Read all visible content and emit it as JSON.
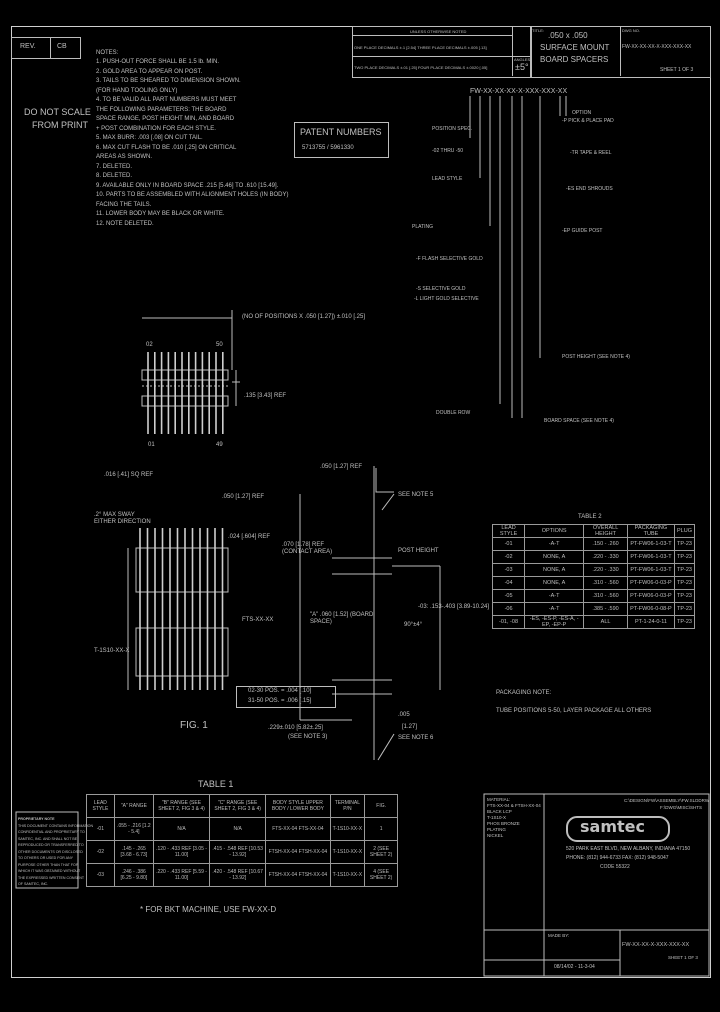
{
  "rev_block": {
    "rev_label": "REV.",
    "rev_value": "CB"
  },
  "do_not_scale": [
    "DO NOT SCALE",
    "FROM PRINT"
  ],
  "notes": {
    "heading": "NOTES:",
    "items": [
      "1. PUSH-OUT FORCE SHALL BE 1.5 lb. MIN.",
      "2. GOLD AREA TO APPEAR ON POST.",
      "3. TAILS TO BE SHEARED TO DIMENSION SHOWN.",
      "   (FOR HAND TOOLING ONLY)",
      "4. TO BE VALID ALL PART NUMBERS MUST MEET",
      "   THE FOLLOWING PARAMETERS: THE BOARD",
      "   SPACE RANGE, POST HEIGHT MIN, AND BOARD",
      "   + POST COMBINATION FOR EACH STYLE.",
      "5. MAX BURR: .003 [.08] ON CUT TAIL.",
      "6. MAX CUT FLASH TO BE .010 [.25] ON CRITICAL",
      "   AREAS AS SHOWN.",
      "7. DELETED.",
      "8. DELETED.",
      "9. AVAILABLE ONLY IN BOARD SPACE .215 [5.46] TO .610 [15.49].",
      "10. PARTS TO BE ASSEMBLED WITH ALIGNMENT HOLES (IN BODY)",
      "    FACING THE TAILS.",
      "11. LOWER BODY MAY BE BLACK OR WHITE.",
      "12. NOTE DELETED."
    ]
  },
  "patent": {
    "title": "PATENT NUMBERS",
    "numbers": "5713755 / 5961330"
  },
  "tolerances": {
    "header": "UNLESS OTHERWISE NOTED",
    "row1": "ONE PLACE DECIMALS ±.1 [2.54]  THREE PLACE DECIMALS ±.005 [.13]",
    "row2": "TWO PLACE DECIMALS ±.01 [.25]  FOUR PLACE DECIMALS ±.0020 [.05]",
    "angles_label": "ANGLES",
    "angles_value": "±5°"
  },
  "title_block": {
    "title_label": "TITLE:",
    "title_lines": [
      ".050 x .050",
      "SURFACE MOUNT",
      "BOARD SPACERS"
    ],
    "dwg_label": "DWG NO.",
    "dwg_no": "FW-XX-XX-XX-X-XXX-XXX-XX",
    "sheet": "SHEET 1 OF 3"
  },
  "part_code": "FW-XX-XX-XX-X-XXX-XXX-XX",
  "callouts": [
    "POSITION SPEC.",
    "-02 THRU -50",
    "LEAD STYLE",
    "PLATING",
    "-F FLASH SELECTIVE GOLD",
    "-L LIGHT GOLD SELECTIVE",
    "-S SELECTIVE GOLD",
    "POST HEIGHT (SEE NOTE 4)",
    "BOARD SPACE (SEE NOTE 4)",
    "DOUBLE ROW",
    "OPTION",
    "-P PICK & PLACE PAD",
    "-TR TAPE & REEL",
    "-ES END SHROUDS",
    "-EP GUIDE POST"
  ],
  "dims": {
    "positions": "(NO OF POSITIONS X .050 [1.27]) ±.010 [.25]",
    "pos_02": "02",
    "pos_50": "50",
    "pos_01": "01",
    "pos_49": "49",
    "d135": ".135 [3.43] REF",
    "d016": ".016 [.41] SQ REF",
    "sway": ".2° MAX SWAY EITHER DIRECTION",
    "d050a": ".050 [1.27] REF",
    "d050b": ".050 [1.27] REF",
    "d024": ".024 [.604] REF",
    "see_note_5": "SEE NOTE 5",
    "post_height": "POST HEIGHT",
    "contact_area": ".070 [1.78] REF (CONTACT AREA)",
    "board_space": "\"A\" .060 [1.52] (BOARD SPACE)",
    "range": "-03: .153-.403 [3.89-10.24]",
    "angle": "90°±4°",
    "d229": ".229±.010 [5.82±.25]",
    "see_note_3": "(SEE NOTE 3)",
    "see_note_6": "SEE NOTE 6",
    "d005": ".005",
    "d127": "[1.27]",
    "fts": "FTS-XX-XX",
    "tssh": "T-1S10-XX-X",
    "coplanarity_a": "02-30 POS. = .004 [.10]",
    "coplanarity_b": "31-50 POS. = .006 [.15]",
    "fig": "FIG. 1"
  },
  "table2": {
    "title": "TABLE 2",
    "headers": [
      "LEAD STYLE",
      "OPTIONS",
      "OVERALL HEIGHT",
      "PACKAGING TUBE",
      "PLUG"
    ],
    "rows": [
      [
        "-01",
        "-A-T",
        ".150 - .260",
        "PT-FW06-1-03-T",
        "TP-23"
      ],
      [
        "-02",
        "NONE, A",
        ".220 - .330",
        "PT-FW06-1-03-T",
        "TP-23"
      ],
      [
        "-03",
        "NONE, A",
        ".220 - .330",
        "PT-FW06-1-03-T",
        "TP-23"
      ],
      [
        "-04",
        "NONE, A",
        ".310 - .560",
        "PT-FW06-0-03-P",
        "TP-23"
      ],
      [
        "-05",
        "-A-T",
        ".310 - .560",
        "PT-FW06-0-03-P",
        "TP-23"
      ],
      [
        "-06",
        "-A-T",
        ".385 - .590",
        "PT-FW06-0-08-P",
        "TP-23"
      ],
      [
        "-01, -08",
        "-ES, -ES-P, -ES-A, -EP, -EP-P",
        "ALL",
        "PT-1-24-0-11",
        "TP-23"
      ]
    ]
  },
  "packaging_note": [
    "PACKAGING NOTE:",
    "TUBE POSITIONS 5-50, LAYER PACKAGE ALL OTHERS"
  ],
  "table1": {
    "title": "TABLE 1",
    "headers": [
      "LEAD STYLE",
      "\"A\" RANGE",
      "\"B\" RANGE (SEE SHEET 2, FIG 3 & 4)",
      "\"C\" RANGE (SEE SHEET 2, FIG 3 & 4)",
      "BODY STYLE UPPER BODY / LOWER BODY",
      "TERMINAL P/N",
      "FIG."
    ],
    "rows": [
      [
        "-01",
        ".055 - .216 [1.2 - 5.4]",
        "N/A",
        "N/A",
        "FTS-XX-04   FTS-XX-04",
        "T-1S10-XX-X",
        "1"
      ],
      [
        "-02",
        ".145 - .265 [3.68 - 6.73]",
        ".120 - .433 REF [3.05 - 11.00]",
        ".415 - .548 REF [10.53 - 13.92]",
        "FTSH-XX-04   FTSH-XX-04",
        "T-1S10-XX-X",
        "2 (SEE SHEET 2)"
      ],
      [
        "-03",
        ".246 - .386 [6.25 - 9.80]",
        ".220 - .433 REF [5.59 - 11.00]",
        ".420 - .548 REF [10.67 - 13.92]",
        "FTSH-XX-04   FTSH-XX-04",
        "T-1S10-XX-X",
        "4 (SEE SHEET 2)"
      ]
    ]
  },
  "footnote": "* FOR BKT MACHINE, USE FW-XX-D",
  "proprietary": [
    "PROPRIETARY NOTE",
    "THIS DOCUMENT CONTAINS INFORMATION",
    "CONFIDENTIAL AND PROPRIETARY TO",
    "SAMTEC, INC. AND SHALL NOT BE",
    "REPRODUCED OR TRANSFERRED TO",
    "OTHER DOCUMENTS OR DISCLOSED",
    "TO OTHERS OR USED FOR ANY",
    "PURPOSE OTHER THAN THAT FOR",
    "WHICH IT WAS OBTAINED WITHOUT",
    "THE EXPRESSED WRITTEN CONSENT",
    "OF SAMTEC, INC."
  ],
  "material": {
    "header": "MATERIAL:",
    "lines": [
      "FTS-XX-04 & FTSH-XX-04",
      "BLACK LCP",
      "T-1S10-X",
      "PHOS BRONZE",
      "PLATING",
      "NICKEL"
    ]
  },
  "file_info": [
    "C:\\DESIGN\\FW\\ASSEMBLY\\FW.SLDDRW",
    "F:\\DWG\\MISC\\SHTS"
  ],
  "company": {
    "logo": "samtec",
    "address_lines": [
      "520 PARK EAST BLVD, NEW ALBANY, INDIANA 47150",
      "PHONE: (812) 944-6733  FAX: (812) 948-5047",
      "CODE 55322"
    ]
  },
  "bottom_block": {
    "made_by_label": "MADE BY:",
    "dwg": "FW-XX-XX-X-XXX-XXX-XX",
    "sheet": "SHEET 1 OF 3",
    "date": "08/14/02 - 11-3-04"
  }
}
